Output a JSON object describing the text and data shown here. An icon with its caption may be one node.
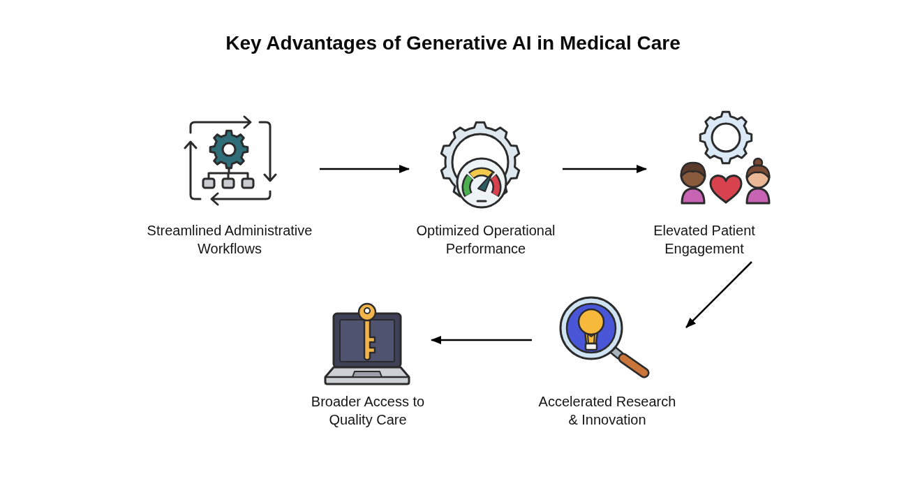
{
  "diagram": {
    "title": "Key Advantages of Generative AI in Medical Care",
    "nodes": [
      {
        "text": [
          "Streamlined Administrative Workflows"
        ]
      },
      {
        "text": [
          "Optimized Operational Performance"
        ]
      },
      {
        "text": [
          "Elevated Patient Engagement"
        ]
      },
      {
        "text": [
          "Accelerated Research & Innovation"
        ]
      },
      {
        "text": [
          "Broader Access to Quality Care"
        ]
      }
    ],
    "edges": [
      {
        "from": 0,
        "to": 1,
        "arrow": "to"
      },
      {
        "from": 1,
        "to": 2,
        "arrow": "to"
      },
      {
        "from": 2,
        "to": 3,
        "arrow": "to"
      },
      {
        "from": 3,
        "to": 4,
        "arrow": "to"
      }
    ]
  }
}
